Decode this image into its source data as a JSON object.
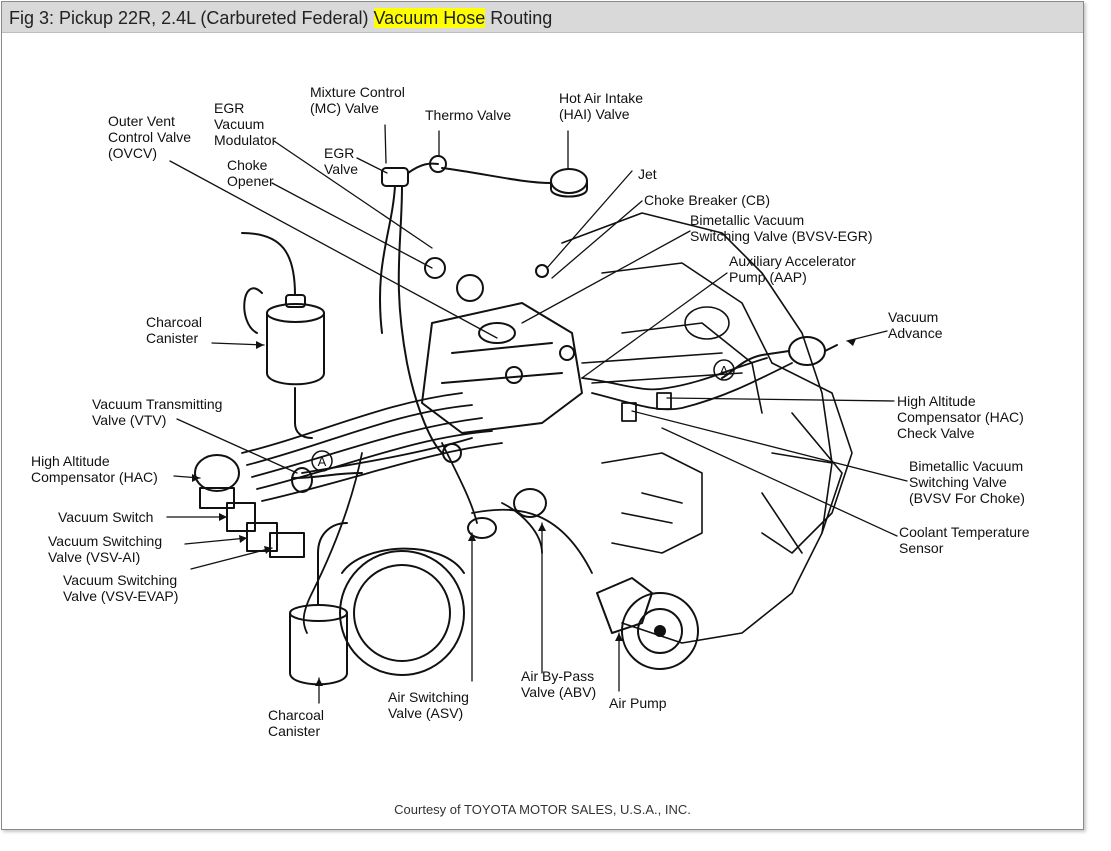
{
  "figure": {
    "title_prefix": "Fig 3: Pickup 22R, 2.4L (Carbureted Federal) ",
    "title_highlight": "Vacuum Hose",
    "title_suffix": " Routing",
    "highlight_color": "#ffff00",
    "credit": "Courtesy of TOYOTA MOTOR SALES, U.S.A., INC."
  },
  "labels": {
    "mixture_control": "Mixture Control\n(MC) Valve",
    "thermo_valve": "Thermo Valve",
    "hot_air_intake": "Hot Air Intake\n(HAI) Valve",
    "egr_vacuum_modulator": "EGR\nVacuum\nModulator",
    "outer_vent": "Outer Vent\nControl Valve\n(OVCV)",
    "egr_valve": "EGR\nValve",
    "choke_opener": "Choke\nOpener",
    "jet": "Jet",
    "choke_breaker": "Choke Breaker (CB)",
    "bvsv_egr": "Bimetallic Vacuum\nSwitching Valve (BVSV-EGR)",
    "aap": "Auxiliary Accelerator\nPump (AAP)",
    "charcoal_canister_top": "Charcoal\nCanister",
    "vacuum_advance": "Vacuum\nAdvance",
    "vtv": "Vacuum Transmitting\nValve (VTV)",
    "hac_check": "High Altitude\nCompensator (HAC)\nCheck Valve",
    "hac": "High Altitude\nCompensator (HAC)",
    "bvsv_choke": "Bimetallic Vacuum\nSwitching Valve\n(BVSV For Choke)",
    "vacuum_switch": "Vacuum Switch",
    "vsv_ai": "Vacuum Switching\nValve (VSV-AI)",
    "coolant_sensor": "Coolant Temperature\nSensor",
    "vsv_evap": "Vacuum Switching\nValve (VSV-EVAP)",
    "air_bypass": "Air By-Pass\nValve (ABV)",
    "air_pump": "Air Pump",
    "air_switching": "Air Switching\nValve (ASV)",
    "charcoal_canister_bottom": "Charcoal\nCanister",
    "marker_a": "A"
  }
}
